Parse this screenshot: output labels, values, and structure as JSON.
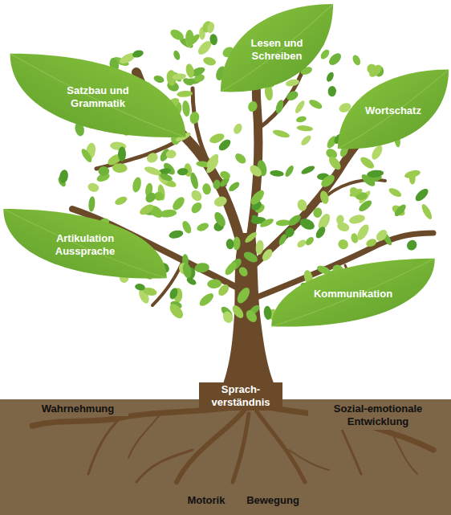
{
  "diagram": {
    "nodes": [
      {
        "text": [
          "Satzbau und Grammatik"
        ]
      },
      {
        "text": [
          "Lesen und Schreiben"
        ]
      },
      {
        "text": [
          "Wortschatz"
        ]
      },
      {
        "text": [
          "Artikulation Aussprache"
        ]
      },
      {
        "text": [
          "Kommunikation"
        ]
      }
    ],
    "labels": [
      "Sprach- verständnis",
      "Wahrnehmung",
      "Sozial-emotionale Entwicklung",
      "Motorik",
      "Bewegung"
    ]
  }
}
